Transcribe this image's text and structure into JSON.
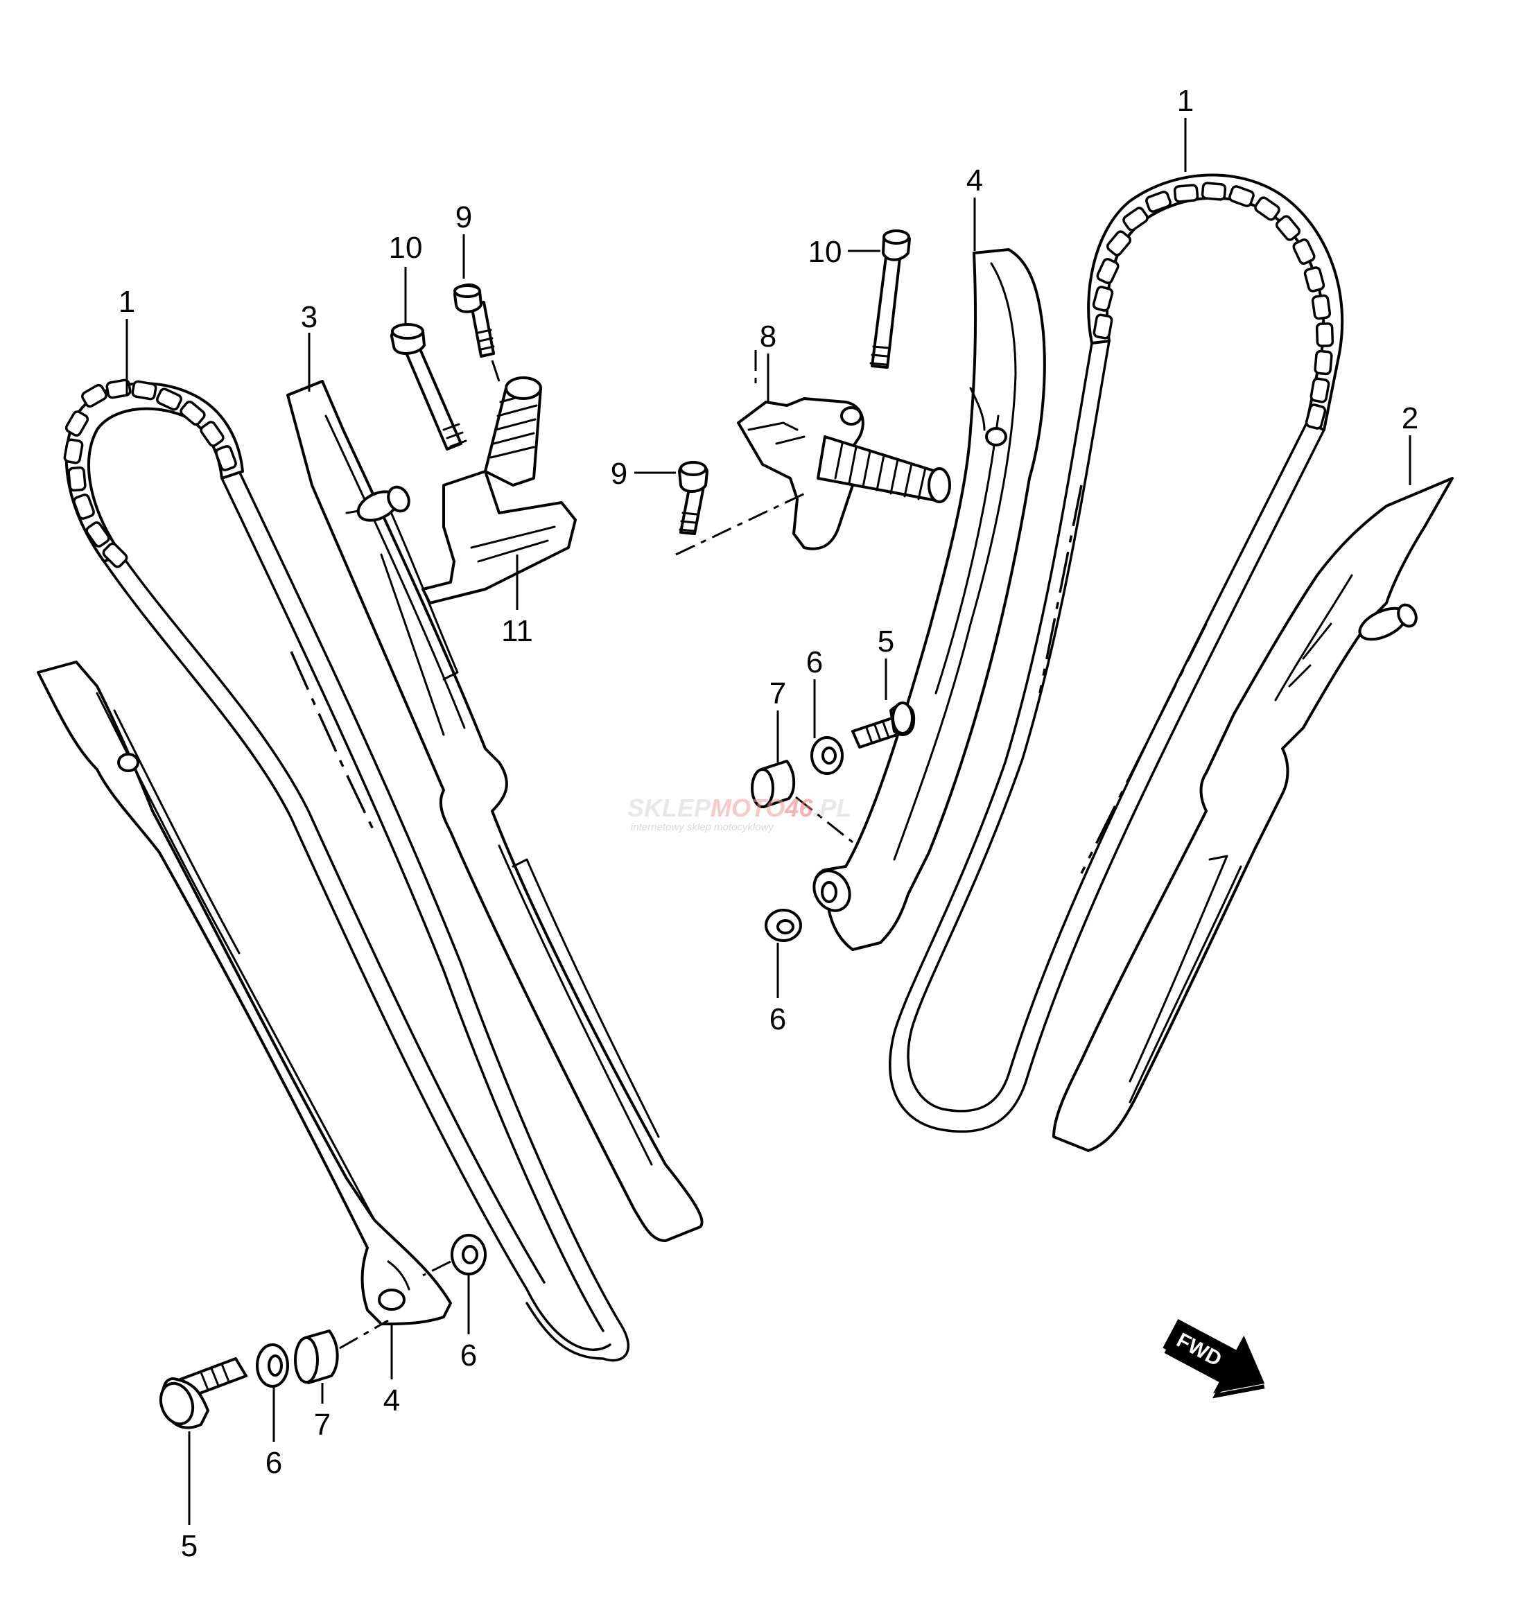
{
  "diagram": {
    "callouts": [
      {
        "id": "c1-left",
        "text": "1"
      },
      {
        "id": "c3",
        "text": "3"
      },
      {
        "id": "c10-left",
        "text": "10"
      },
      {
        "id": "c9-left",
        "text": "9"
      },
      {
        "id": "c11",
        "text": "11"
      },
      {
        "id": "c4-left",
        "text": "4"
      },
      {
        "id": "c6-left-a",
        "text": "6"
      },
      {
        "id": "c6-left-b",
        "text": "6"
      },
      {
        "id": "c7-left",
        "text": "7"
      },
      {
        "id": "c5-left",
        "text": "5"
      },
      {
        "id": "c4-right",
        "text": "4"
      },
      {
        "id": "c10-right",
        "text": "10"
      },
      {
        "id": "c8",
        "text": "8"
      },
      {
        "id": "c9-right",
        "text": "9"
      },
      {
        "id": "c1-right",
        "text": "1"
      },
      {
        "id": "c2",
        "text": "2"
      },
      {
        "id": "c5-right",
        "text": "5"
      },
      {
        "id": "c6-right-a",
        "text": "6"
      },
      {
        "id": "c7-right",
        "text": "7"
      },
      {
        "id": "c6-right-b",
        "text": "6"
      }
    ],
    "watermark": {
      "brand_part1": "SKLEP",
      "brand_part2": "MOTO",
      "brand_part3": "46",
      "brand_part4": ".PL",
      "tagline": "internetowy sklep motocyklowy"
    },
    "direction_badge": "FWD"
  }
}
